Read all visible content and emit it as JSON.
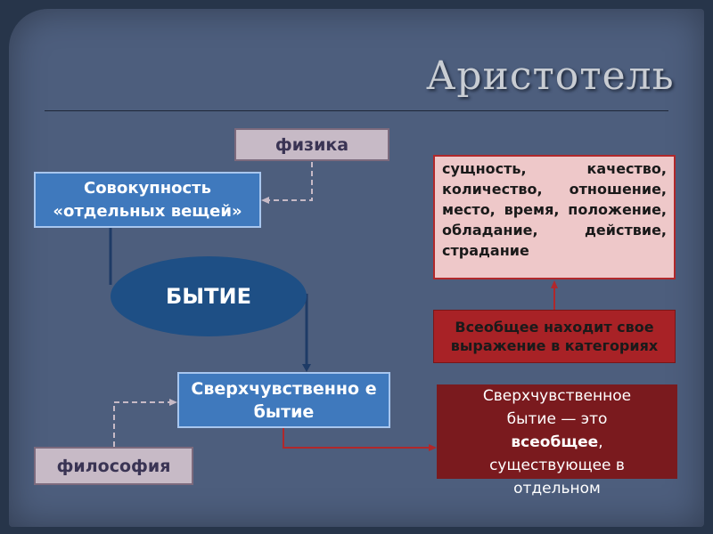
{
  "slide": {
    "title": "Аристотель"
  },
  "diagram": {
    "fizika": "физика",
    "sovokupnost": "Совокупность «отдельных вещей»",
    "bytie": "БЫТИЕ",
    "sverhchuvstvennoe": "Сверхчувственно е бытие",
    "filosofiya": "философия",
    "categories": "сущность, качество, количество, отношение, место, время, положение, обладание, действие, страдание",
    "vseobshee": "Всеобщее находит свое выражение в категориях",
    "definition": {
      "line1": "Сверхчувственное",
      "line2": "бытие — это",
      "bold_word": "всеобщее",
      "after_bold": ",",
      "line4": "существующее в",
      "line5": "отдельном"
    }
  },
  "colors": {
    "background_frame": "#4d5e7d",
    "blue_box": "#3f79bd",
    "ellipse": "#1e4f85",
    "mauve_box": "#c7bac6",
    "pink_box": "#eec8c9",
    "red_box": "#a82226",
    "dark_red_box": "#7a1a1e"
  }
}
